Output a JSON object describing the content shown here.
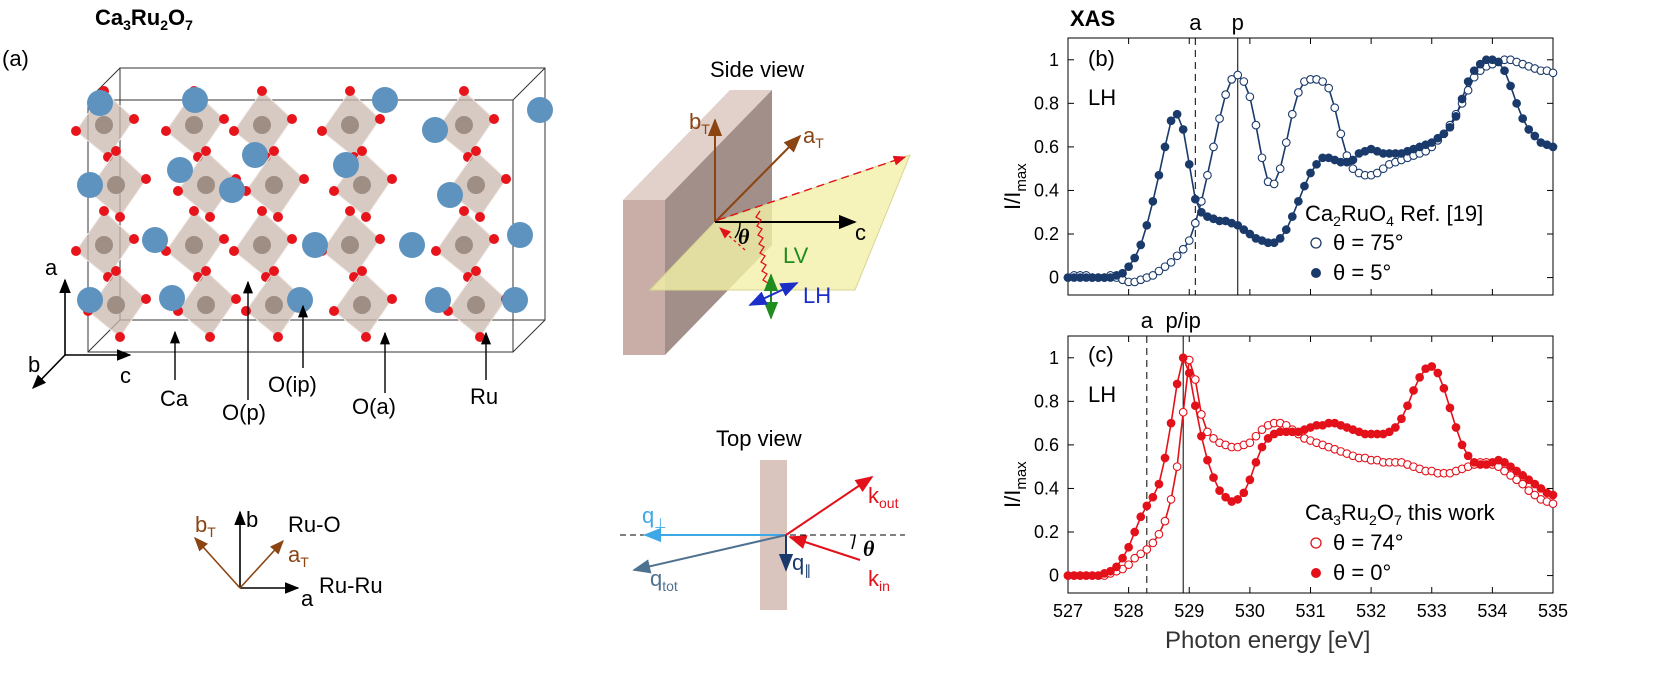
{
  "structure": {
    "title": {
      "pre": "Ca",
      "s1": "3",
      "mid": "Ru",
      "s2": "2",
      "post": "O",
      "s3": "7"
    },
    "panel_label": "(a)",
    "axes": {
      "a": "a",
      "b": "b",
      "c": "c"
    },
    "atom_labels": {
      "ca": "Ca",
      "op": "O(p)",
      "oip": "O(ip)",
      "oa": "O(a)",
      "ru": "Ru"
    }
  },
  "bond_axes": {
    "bT": "b",
    "bT_sub": "T",
    "b": "b",
    "ruo": "Ru-O",
    "aT": "a",
    "aT_sub": "T",
    "a": "a",
    "ruru": "Ru-Ru"
  },
  "side_view": {
    "title": "Side view",
    "bT": "b",
    "bT_sub": "T",
    "aT": "a",
    "aT_sub": "T",
    "c": "c",
    "theta": "θ",
    "lv": "LV",
    "lh": "LH"
  },
  "top_view": {
    "title": "Top view",
    "qperp": "q",
    "qperp_sub": "⊥",
    "qtot": "q",
    "qtot_sub": "tot",
    "qpar": "q",
    "qpar_sub": "∥",
    "kout": "k",
    "kout_sub": "out",
    "kin": "k",
    "kin_sub": "in",
    "theta": "θ"
  },
  "colors": {
    "navy": "#1a3a6b",
    "red": "#e3111a",
    "brown": "#8b4513",
    "green": "#1e8c1e",
    "blue": "#1b2fc8",
    "light_blue": "#3da8e6",
    "steel_blue": "#4f7290",
    "octa": "#c9b8ae",
    "plate": "#c8aea6",
    "plane": "#f2f0a8",
    "ca_atom": "#5e93bf",
    "o_atom": "#e8141c",
    "ru_atom": "#9f8e84"
  },
  "chart_data": [
    {
      "type": "line",
      "panel_label": "(b)",
      "header": "XAS",
      "polarization": "LH",
      "ylabel": "I/I",
      "ylabel_sub": "max",
      "xlabel": "",
      "xlim": [
        527,
        535
      ],
      "ylim": [
        -0.08,
        1.1
      ],
      "yticks": [
        "0",
        "0.2",
        "0.4",
        "0.6",
        "0.8",
        "1"
      ],
      "xticks": [],
      "vlines": [
        {
          "label": "a",
          "x": 529.1,
          "style": "dashed"
        },
        {
          "label": "p",
          "x": 529.8,
          "style": "solid"
        }
      ],
      "legend_title": {
        "pre": "Ca",
        "s1": "2",
        "mid": "RuO",
        "s2": "4",
        "post": " Ref. [19]"
      },
      "series": [
        {
          "name": "θ = 75°",
          "marker": "open",
          "x": [
            527.0,
            527.1,
            527.2,
            527.3,
            527.4,
            527.5,
            527.6,
            527.7,
            527.8,
            527.9,
            528.0,
            528.1,
            528.2,
            528.3,
            528.4,
            528.5,
            528.6,
            528.7,
            528.8,
            528.9,
            529.0,
            529.1,
            529.2,
            529.3,
            529.4,
            529.5,
            529.6,
            529.7,
            529.8,
            529.9,
            530.0,
            530.1,
            530.2,
            530.3,
            530.4,
            530.5,
            530.6,
            530.7,
            530.8,
            530.9,
            531.0,
            531.1,
            531.2,
            531.3,
            531.4,
            531.5,
            531.6,
            531.7,
            531.8,
            531.9,
            532.0,
            532.1,
            532.2,
            532.3,
            532.4,
            532.5,
            532.6,
            532.7,
            532.8,
            532.9,
            533.0,
            533.1,
            533.2,
            533.3,
            533.4,
            533.5,
            533.6,
            533.7,
            533.8,
            533.9,
            534.0,
            534.1,
            534.2,
            534.3,
            534.4,
            534.5,
            534.6,
            534.7,
            534.8,
            534.9,
            535.0
          ],
          "y": [
            0.0,
            0.01,
            0.01,
            0.01,
            0.0,
            0.0,
            0.0,
            0.01,
            0.0,
            -0.01,
            -0.02,
            -0.02,
            -0.01,
            0.0,
            0.01,
            0.03,
            0.05,
            0.07,
            0.1,
            0.13,
            0.17,
            0.25,
            0.35,
            0.47,
            0.6,
            0.73,
            0.84,
            0.91,
            0.93,
            0.9,
            0.83,
            0.7,
            0.55,
            0.44,
            0.43,
            0.5,
            0.62,
            0.75,
            0.85,
            0.9,
            0.91,
            0.91,
            0.9,
            0.87,
            0.78,
            0.66,
            0.56,
            0.5,
            0.48,
            0.47,
            0.47,
            0.48,
            0.5,
            0.52,
            0.53,
            0.54,
            0.55,
            0.56,
            0.57,
            0.58,
            0.6,
            0.63,
            0.66,
            0.7,
            0.75,
            0.8,
            0.86,
            0.92,
            0.95,
            0.97,
            0.98,
            0.99,
            1.0,
            1.0,
            0.99,
            0.98,
            0.97,
            0.96,
            0.95,
            0.95,
            0.94
          ]
        },
        {
          "name": "θ = 5°",
          "marker": "filled",
          "x": [
            527.0,
            527.1,
            527.2,
            527.3,
            527.4,
            527.5,
            527.6,
            527.7,
            527.8,
            527.9,
            528.0,
            528.1,
            528.2,
            528.3,
            528.4,
            528.5,
            528.6,
            528.7,
            528.8,
            528.9,
            529.0,
            529.1,
            529.2,
            529.3,
            529.4,
            529.5,
            529.6,
            529.7,
            529.8,
            529.9,
            530.0,
            530.1,
            530.2,
            530.3,
            530.4,
            530.5,
            530.6,
            530.7,
            530.8,
            530.9,
            531.0,
            531.1,
            531.2,
            531.3,
            531.4,
            531.5,
            531.6,
            531.7,
            531.8,
            531.9,
            532.0,
            532.1,
            532.2,
            532.3,
            532.4,
            532.5,
            532.6,
            532.7,
            532.8,
            532.9,
            533.0,
            533.1,
            533.2,
            533.3,
            533.4,
            533.5,
            533.6,
            533.7,
            533.8,
            533.9,
            534.0,
            534.1,
            534.2,
            534.3,
            534.4,
            534.5,
            534.6,
            534.7,
            534.8,
            534.9,
            535.0
          ],
          "y": [
            0.0,
            0.0,
            0.0,
            0.0,
            0.0,
            0.0,
            0.0,
            0.0,
            0.01,
            0.02,
            0.05,
            0.09,
            0.15,
            0.24,
            0.35,
            0.47,
            0.6,
            0.72,
            0.75,
            0.68,
            0.52,
            0.36,
            0.3,
            0.28,
            0.27,
            0.26,
            0.26,
            0.25,
            0.24,
            0.22,
            0.2,
            0.18,
            0.17,
            0.16,
            0.16,
            0.18,
            0.22,
            0.28,
            0.35,
            0.42,
            0.48,
            0.52,
            0.55,
            0.55,
            0.54,
            0.53,
            0.53,
            0.54,
            0.57,
            0.58,
            0.59,
            0.58,
            0.57,
            0.57,
            0.57,
            0.57,
            0.58,
            0.59,
            0.6,
            0.61,
            0.62,
            0.64,
            0.66,
            0.69,
            0.74,
            0.82,
            0.9,
            0.95,
            0.98,
            1.0,
            1.0,
            0.99,
            0.95,
            0.88,
            0.8,
            0.73,
            0.68,
            0.65,
            0.62,
            0.61,
            0.6
          ]
        }
      ]
    },
    {
      "type": "line",
      "panel_label": "(c)",
      "polarization": "LH",
      "ylabel": "I/I",
      "ylabel_sub": "max",
      "xlabel": "Photon energy [eV]",
      "xlim": [
        527,
        535
      ],
      "ylim": [
        -0.08,
        1.1
      ],
      "yticks": [
        "0",
        "0.2",
        "0.4",
        "0.6",
        "0.8",
        "1"
      ],
      "xticks": [
        "527",
        "528",
        "529",
        "530",
        "531",
        "532",
        "533",
        "534",
        "535"
      ],
      "vlines": [
        {
          "label": "a",
          "x": 528.3,
          "style": "dashed"
        },
        {
          "label": "p/ip",
          "x": 528.9,
          "style": "solid"
        }
      ],
      "legend_title": {
        "pre": "Ca",
        "s1": "3",
        "mid": "Ru",
        "s2": "2",
        "post": "O",
        "s3": "7",
        "tail": " this work"
      },
      "series": [
        {
          "name": "θ = 74°",
          "marker": "open",
          "x": [
            527.0,
            527.1,
            527.2,
            527.3,
            527.4,
            527.5,
            527.6,
            527.7,
            527.8,
            527.9,
            528.0,
            528.1,
            528.2,
            528.3,
            528.4,
            528.5,
            528.6,
            528.7,
            528.8,
            528.9,
            529.0,
            529.1,
            529.2,
            529.3,
            529.4,
            529.5,
            529.6,
            529.7,
            529.8,
            529.9,
            530.0,
            530.1,
            530.2,
            530.3,
            530.4,
            530.5,
            530.6,
            530.7,
            530.8,
            530.9,
            531.0,
            531.1,
            531.2,
            531.3,
            531.4,
            531.5,
            531.6,
            531.7,
            531.8,
            531.9,
            532.0,
            532.1,
            532.2,
            532.3,
            532.4,
            532.5,
            532.6,
            532.7,
            532.8,
            532.9,
            533.0,
            533.1,
            533.2,
            533.3,
            533.4,
            533.5,
            533.6,
            533.7,
            533.8,
            533.9,
            534.0,
            534.1,
            534.2,
            534.3,
            534.4,
            534.5,
            534.6,
            534.7,
            534.8,
            534.9,
            535.0
          ],
          "y": [
            0.0,
            0.0,
            0.0,
            0.0,
            0.0,
            0.0,
            0.0,
            0.01,
            0.02,
            0.03,
            0.05,
            0.08,
            0.1,
            0.12,
            0.15,
            0.19,
            0.25,
            0.35,
            0.5,
            0.75,
            0.99,
            0.9,
            0.74,
            0.66,
            0.63,
            0.61,
            0.6,
            0.59,
            0.59,
            0.6,
            0.61,
            0.64,
            0.67,
            0.69,
            0.7,
            0.7,
            0.69,
            0.67,
            0.65,
            0.63,
            0.62,
            0.61,
            0.6,
            0.59,
            0.58,
            0.57,
            0.56,
            0.55,
            0.54,
            0.54,
            0.53,
            0.53,
            0.52,
            0.52,
            0.52,
            0.52,
            0.51,
            0.5,
            0.49,
            0.48,
            0.48,
            0.47,
            0.47,
            0.47,
            0.48,
            0.49,
            0.5,
            0.51,
            0.52,
            0.52,
            0.51,
            0.5,
            0.48,
            0.46,
            0.44,
            0.42,
            0.39,
            0.37,
            0.35,
            0.34,
            0.33
          ]
        },
        {
          "name": "θ = 0°",
          "marker": "filled",
          "x": [
            527.0,
            527.1,
            527.2,
            527.3,
            527.4,
            527.5,
            527.6,
            527.7,
            527.8,
            527.9,
            528.0,
            528.1,
            528.2,
            528.3,
            528.4,
            528.5,
            528.6,
            528.7,
            528.8,
            528.9,
            529.0,
            529.1,
            529.2,
            529.3,
            529.4,
            529.5,
            529.6,
            529.7,
            529.8,
            529.9,
            530.0,
            530.1,
            530.2,
            530.3,
            530.4,
            530.5,
            530.6,
            530.7,
            530.8,
            530.9,
            531.0,
            531.1,
            531.2,
            531.3,
            531.4,
            531.5,
            531.6,
            531.7,
            531.8,
            531.9,
            532.0,
            532.1,
            532.2,
            532.3,
            532.4,
            532.5,
            532.6,
            532.7,
            532.8,
            532.9,
            533.0,
            533.1,
            533.2,
            533.3,
            533.4,
            533.5,
            533.6,
            533.7,
            533.8,
            533.9,
            534.0,
            534.1,
            534.2,
            534.3,
            534.4,
            534.5,
            534.6,
            534.7,
            534.8,
            534.9,
            535.0
          ],
          "y": [
            0.0,
            0.0,
            0.0,
            0.0,
            0.0,
            0.0,
            0.01,
            0.02,
            0.04,
            0.08,
            0.13,
            0.2,
            0.27,
            0.32,
            0.36,
            0.42,
            0.54,
            0.7,
            0.88,
            1.0,
            0.93,
            0.78,
            0.64,
            0.53,
            0.45,
            0.39,
            0.36,
            0.34,
            0.35,
            0.38,
            0.44,
            0.52,
            0.59,
            0.63,
            0.65,
            0.66,
            0.66,
            0.66,
            0.66,
            0.67,
            0.68,
            0.69,
            0.69,
            0.7,
            0.7,
            0.69,
            0.68,
            0.67,
            0.66,
            0.65,
            0.65,
            0.65,
            0.65,
            0.66,
            0.68,
            0.72,
            0.78,
            0.85,
            0.91,
            0.95,
            0.96,
            0.93,
            0.86,
            0.77,
            0.68,
            0.6,
            0.55,
            0.52,
            0.51,
            0.51,
            0.52,
            0.53,
            0.52,
            0.5,
            0.48,
            0.46,
            0.44,
            0.42,
            0.4,
            0.38,
            0.37
          ]
        }
      ]
    }
  ]
}
